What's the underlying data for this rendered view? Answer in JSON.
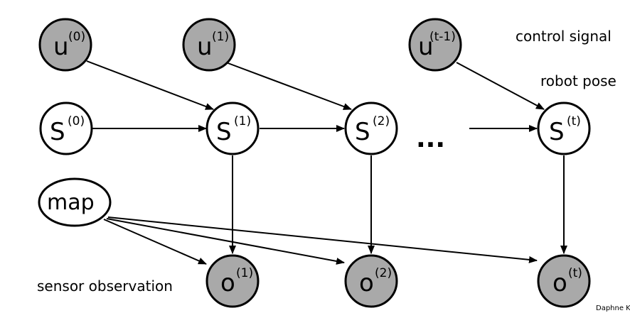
{
  "diagram": {
    "nodes": {
      "u0": {
        "main": "u",
        "sup": "(0)"
      },
      "u1": {
        "main": "u",
        "sup": "(1)"
      },
      "ut1": {
        "main": "u",
        "sup": "(t-1)"
      },
      "s0": {
        "main": "S",
        "sup": "(0)"
      },
      "s1": {
        "main": "S",
        "sup": "(1)"
      },
      "s2": {
        "main": "S",
        "sup": "(2)"
      },
      "st": {
        "main": "S",
        "sup": "(t)"
      },
      "map": {
        "main": "map"
      },
      "o1": {
        "main": "o",
        "sup": "(1)"
      },
      "o2": {
        "main": "o",
        "sup": "(2)"
      },
      "ot": {
        "main": "o",
        "sup": "(t)"
      }
    },
    "ellipsis": "...",
    "labels": {
      "control": "control signal",
      "pose": "robot pose",
      "sensor": "sensor observation",
      "credit": "Daphne K"
    },
    "colors": {
      "shaded": "#a9a9a9",
      "plain": "#ffffff",
      "edge": "#000000"
    }
  }
}
